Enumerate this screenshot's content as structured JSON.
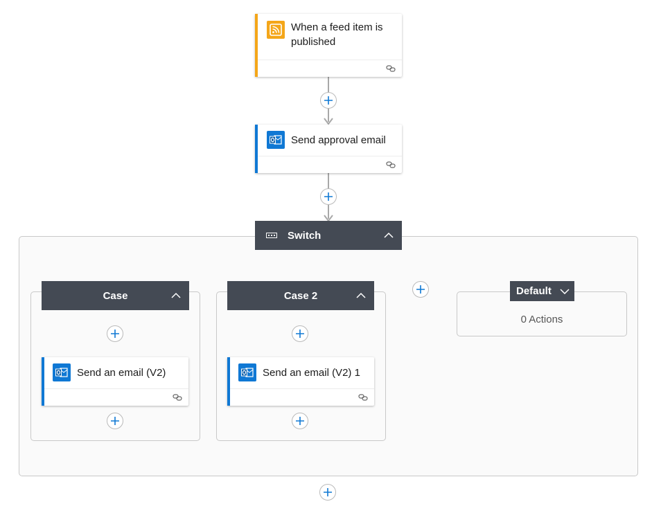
{
  "trigger": {
    "title": "When a feed item is published",
    "accent": "#f4a619",
    "icon": "rss-icon"
  },
  "approval": {
    "title": "Send approval email",
    "accent": "#0f78d4",
    "icon": "outlook-icon"
  },
  "switch": {
    "title": "Switch",
    "icon": "switch-icon"
  },
  "cases": [
    {
      "title": "Case",
      "action": {
        "title": "Send an email (V2)",
        "icon": "outlook-icon"
      }
    },
    {
      "title": "Case 2",
      "action": {
        "title": "Send an email (V2) 1",
        "icon": "outlook-icon"
      }
    }
  ],
  "default_case": {
    "title": "Default",
    "empty_text": "0 Actions"
  },
  "colors": {
    "header": "#444a54",
    "outlook": "#0f78d4",
    "rss": "#f4a619",
    "plus": "#0f78d4"
  }
}
